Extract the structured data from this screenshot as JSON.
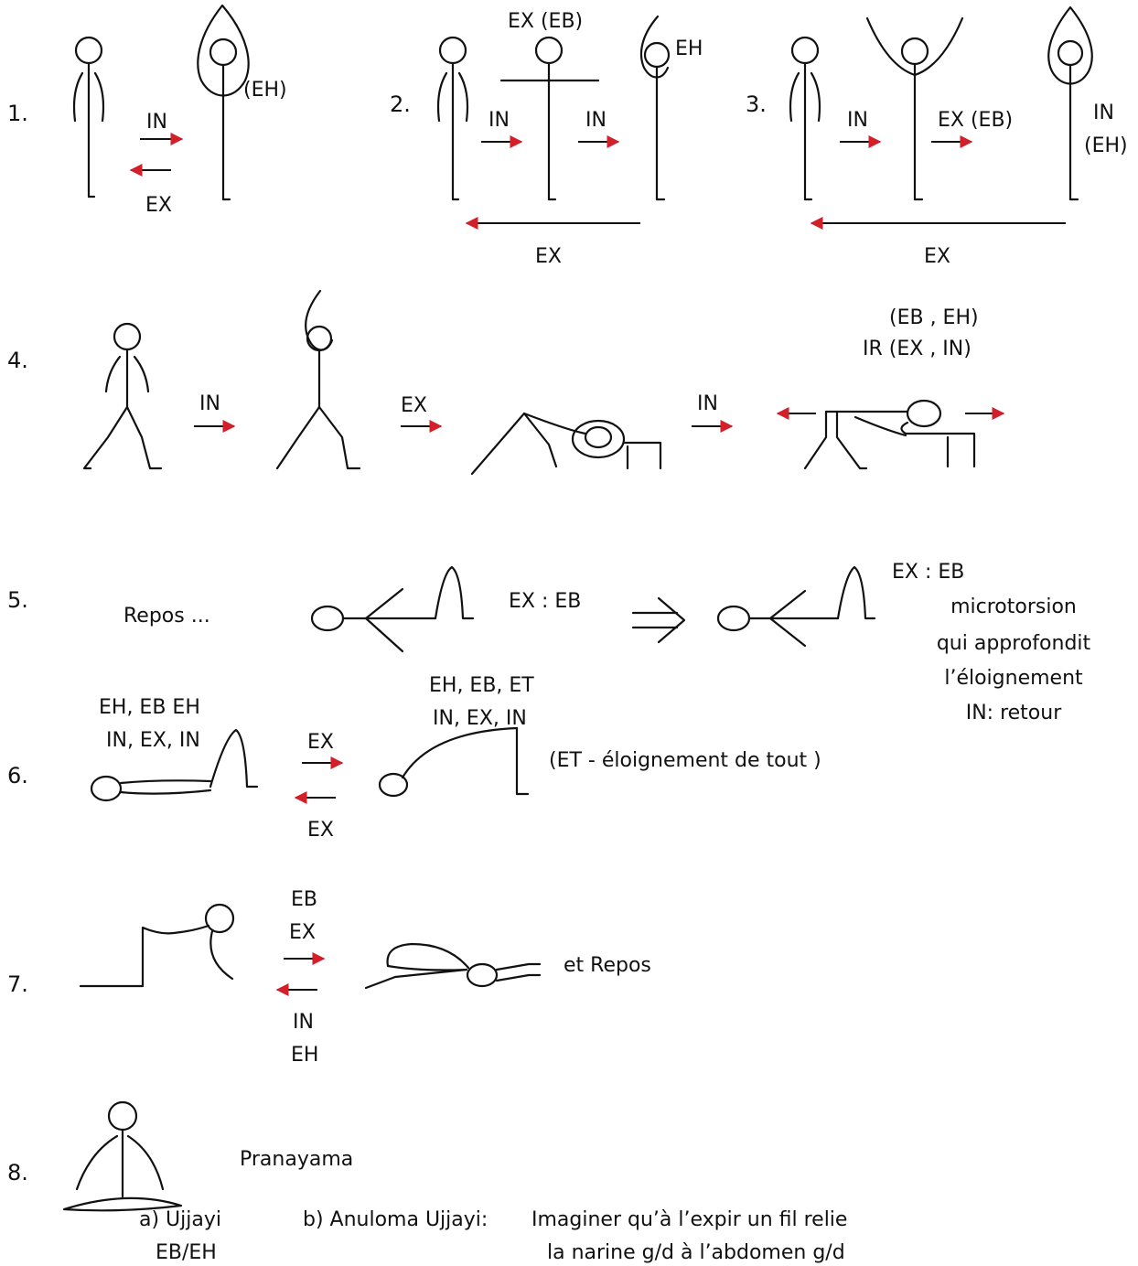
{
  "steps": [
    {
      "number": "1.",
      "labels": {
        "in": "IN",
        "ex": "EX",
        "eh": "(EH)"
      }
    },
    {
      "number": "2.",
      "labels": {
        "top": "EX (EB)",
        "eh": "EH",
        "in1": "IN",
        "in2": "IN",
        "ex": "EX"
      }
    },
    {
      "number": "3.",
      "labels": {
        "in": "IN",
        "ex_eb": "EX (EB)",
        "in_r": "IN",
        "eh": "(EH)",
        "ex": "EX"
      }
    },
    {
      "number": "4.",
      "labels": {
        "in1": "IN",
        "ex": "EX",
        "in2": "IN",
        "top": "(EB , EH)",
        "ir": "IR (EX ,  IN)"
      }
    },
    {
      "number": "5.",
      "labels": {
        "repos": "Repos ...",
        "ex_eb": "EX : EB",
        "ex_eb2": "EX : EB",
        "note1": "microtorsion",
        "note2": "qui approfondit",
        "note3": "l’éloignement",
        "note4": "IN: retour"
      }
    },
    {
      "number": "6.",
      "labels": {
        "left1": "EH, EB  EH",
        "left2": "IN, EX, IN",
        "ex_top": "EX",
        "ex_bottom": "EX",
        "right1": "EH, EB, ET",
        "right2": "IN, EX, IN",
        "note": "(ET - éloignement de tout )"
      }
    },
    {
      "number": "7.",
      "labels": {
        "eb": "EB",
        "ex": "EX",
        "in": "IN",
        "eh": "EH",
        "repos": "et Repos"
      }
    },
    {
      "number": "8.",
      "labels": {
        "pranayama": "Pranayama",
        "a1": "a) Ujjayi",
        "a2": "EB/EH",
        "b1": "b) Anuloma Ujjayi:",
        "b2": "Imaginer qu’à l’expir un fil relie",
        "b3": "la narine g/d à l’abdomen g/d"
      }
    }
  ],
  "colors": {
    "arrow_head": "#d21f2a",
    "line": "#111111"
  }
}
